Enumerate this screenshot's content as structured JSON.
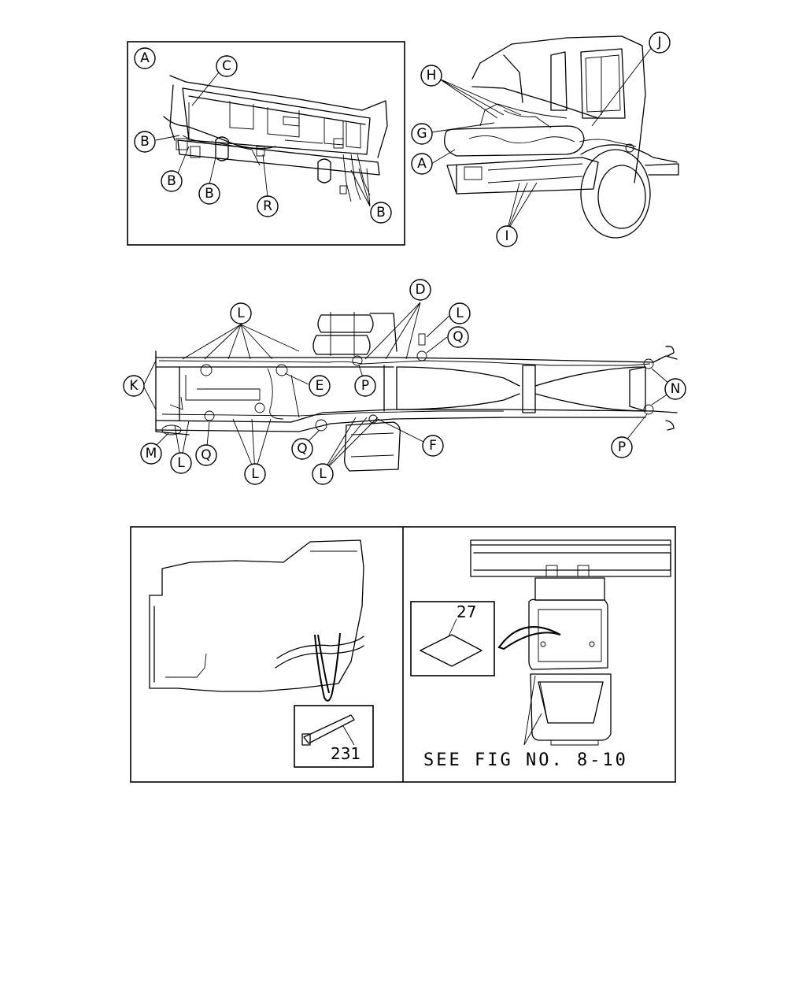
{
  "panel_a": {
    "label": "A",
    "callouts": [
      "C",
      "B",
      "B",
      "B",
      "R",
      "B"
    ]
  },
  "panel_cab": {
    "callouts": [
      "H",
      "J",
      "G",
      "A",
      "I"
    ]
  },
  "chassis": {
    "callouts": [
      "L",
      "D",
      "L",
      "Q",
      "K",
      "E",
      "P",
      "N",
      "M",
      "L",
      "Q",
      "L",
      "Q",
      "L",
      "F",
      "P"
    ]
  },
  "detail_left": {
    "part_number": "231"
  },
  "detail_right": {
    "part_number": "27",
    "note": "SEE FIG NO. 8-10"
  }
}
